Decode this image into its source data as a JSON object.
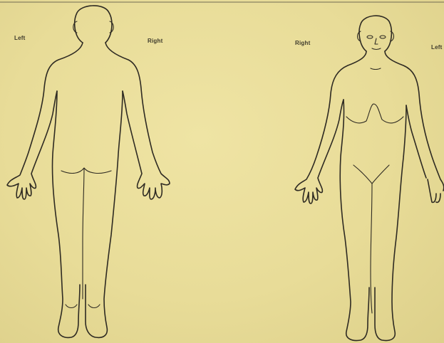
{
  "back_view": {
    "left_label": "Left",
    "right_label": "Right"
  },
  "front_view": {
    "right_label": "Right",
    "left_label": "Left"
  },
  "colors": {
    "paper": "#e8dc98",
    "ink": "#2e2a22"
  }
}
